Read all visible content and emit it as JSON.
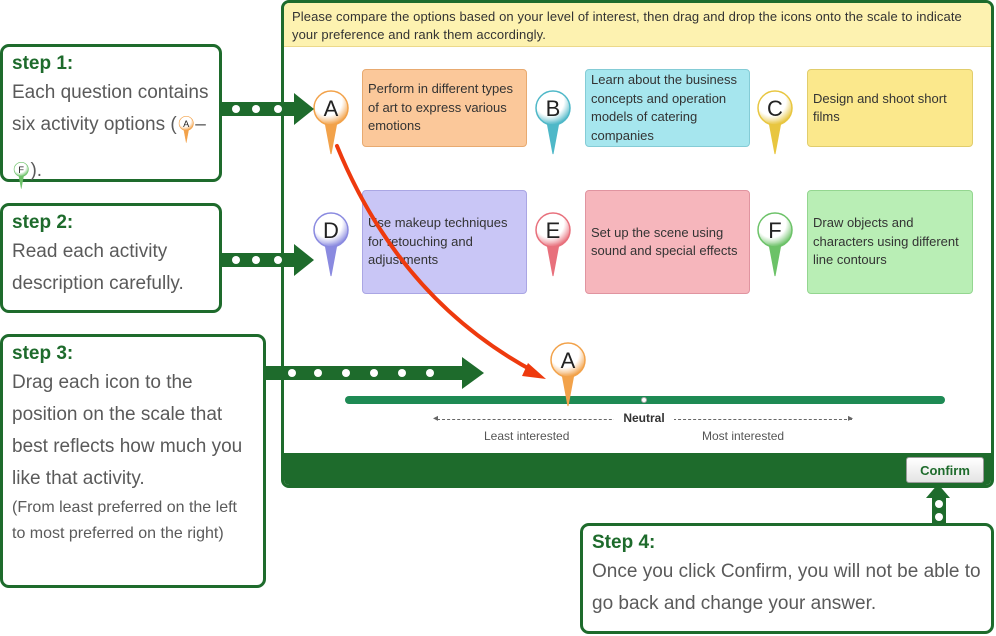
{
  "panel": {
    "instruction": "Please compare the options based on your level of interest, then drag and drop the icons onto the scale to indicate your preference and rank them accordingly.",
    "confirm_label": "Confirm"
  },
  "options": [
    {
      "letter": "A",
      "text": "Perform in different types of art to express various emotions",
      "color": "#fbc89a"
    },
    {
      "letter": "B",
      "text": "Learn about the business concepts and operation models of catering companies",
      "color": "#a6e6ee"
    },
    {
      "letter": "C",
      "text": "Design and shoot short films",
      "color": "#fbe88c"
    },
    {
      "letter": "D",
      "text": "Use makeup techniques for retouching and adjustments",
      "color": "#c9c6f6"
    },
    {
      "letter": "E",
      "text": "Set up the scene using sound and special effects",
      "color": "#f6b6bc"
    },
    {
      "letter": "F",
      "text": "Draw objects and characters using different line contours",
      "color": "#b9eeb5"
    }
  ],
  "dragged_pin": {
    "letter": "A"
  },
  "scale": {
    "center_label": "Neutral",
    "left_label": "Least interested",
    "right_label": "Most interested"
  },
  "steps": [
    {
      "title": "step 1:",
      "body_pre": "Each question contains six activity options (",
      "body_dash": "–",
      "body_post": ")."
    },
    {
      "title": "step 2:",
      "body": "Read each activity description carefully."
    },
    {
      "title": "step 3:",
      "body": "Drag each icon to the position on the scale that best reflects how much you like that activity.",
      "note": "(From least preferred on the left to most preferred on the right)"
    },
    {
      "title": "Step 4:",
      "body": "Once you click Confirm, you will not be able to go back and change your answer."
    }
  ],
  "pin_colors": {
    "A": "#f2a24a",
    "B": "#4fb8c8",
    "C": "#e8c640",
    "D": "#8a8ae0",
    "E": "#e8707c",
    "F": "#6cc268"
  },
  "accent_color": "#1e6b2c",
  "drag_arrow_color": "#ee3a0e"
}
